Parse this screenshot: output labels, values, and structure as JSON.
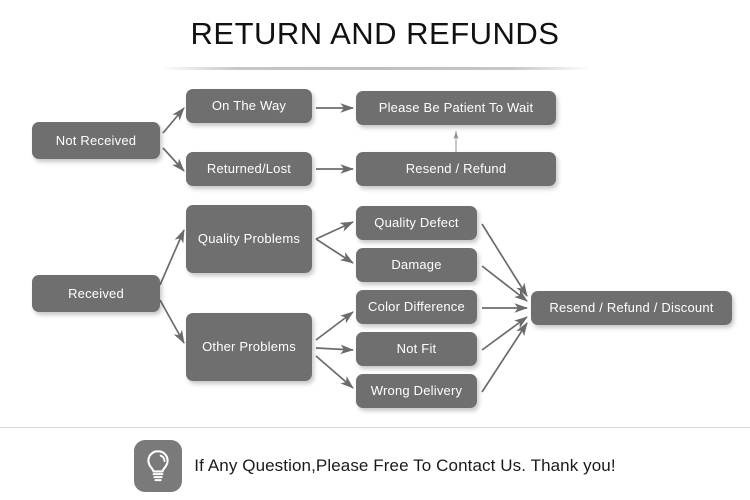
{
  "page": {
    "title": "RETURN AND REFUNDS",
    "background_color": "#ffffff",
    "node_color": "#706F6F",
    "node_text_color": "#ffffff",
    "arrow_color": "#6b6b6b"
  },
  "flow": {
    "roots": [
      {
        "id": "not-received",
        "label": "Not Received"
      },
      {
        "id": "received",
        "label": "Received"
      }
    ],
    "level2": [
      {
        "id": "on-the-way",
        "label": "On The Way"
      },
      {
        "id": "returned-lost",
        "label": "Returned/Lost"
      },
      {
        "id": "quality-problems",
        "label": "Quality Problems"
      },
      {
        "id": "other-problems",
        "label": "Other Problems"
      }
    ],
    "level3": [
      {
        "id": "quality-defect",
        "label": "Quality Defect"
      },
      {
        "id": "damage",
        "label": "Damage"
      },
      {
        "id": "color-difference",
        "label": "Color Difference"
      },
      {
        "id": "not-fit",
        "label": "Not Fit"
      },
      {
        "id": "wrong-delivery",
        "label": "Wrong Delivery"
      }
    ],
    "outcomes": [
      {
        "id": "please-wait",
        "label": "Please Be Patient To Wait"
      },
      {
        "id": "resend-refund",
        "label": "Resend / Refund"
      },
      {
        "id": "resend-refund-discount",
        "label": "Resend / Refund / Discount"
      }
    ]
  },
  "footer": {
    "icon": "lightbulb-icon",
    "text": "If Any Question,Please Free To Contact Us. Thank you!"
  }
}
